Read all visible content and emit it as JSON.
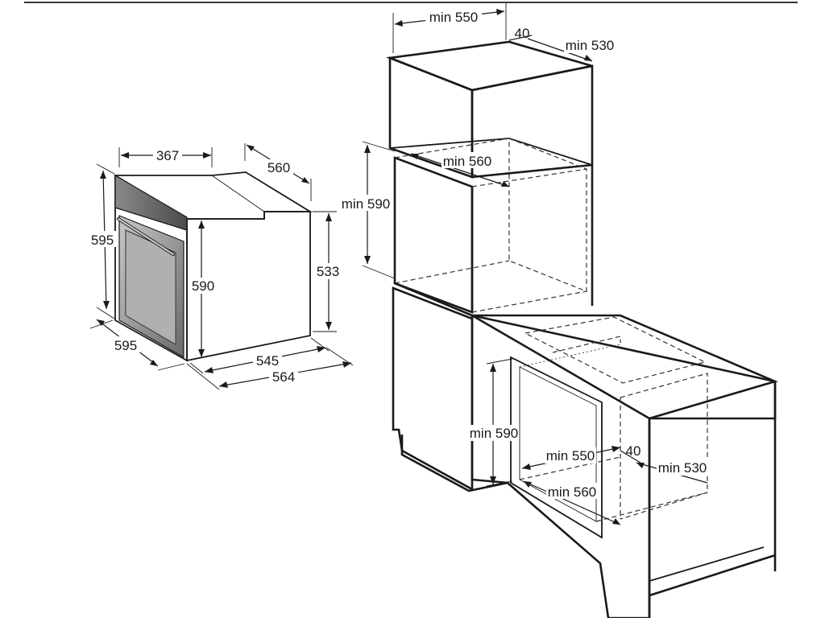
{
  "oven_dims": {
    "width_top": "367",
    "depth_top": "560",
    "height_left": "595",
    "height_front": "590",
    "height_side": "533",
    "width_bottom": "595",
    "depth_bottom_inner": "545",
    "depth_bottom_outer": "564"
  },
  "upper_niche": {
    "width": "min 550",
    "gap": "40",
    "depth": "min 530",
    "inner_depth": "min 560",
    "height": "min 590"
  },
  "lower_niche": {
    "height": "min 590",
    "width": "min 550",
    "gap": "40",
    "depth": "min 530",
    "inner_depth": "min 560"
  },
  "colors": {
    "line": "#1a1a1a",
    "panel": "#6b6b6b",
    "door_glass": "#9a9a9a"
  }
}
